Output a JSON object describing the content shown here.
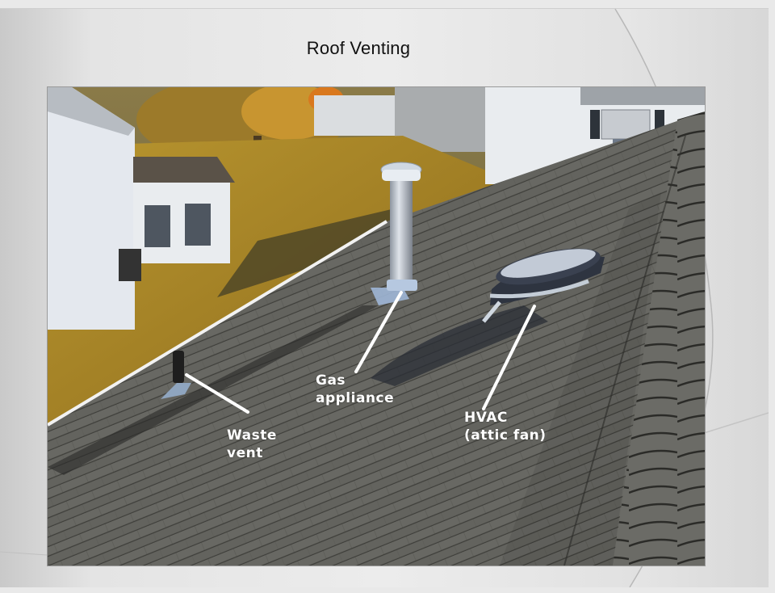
{
  "slide": {
    "title": "Roof Venting",
    "background_color": "#e6e6e6",
    "photo": {
      "description": "Asphalt shingle roof with three vents, backyard with autumn tree, white sheds and houses in background",
      "annotations": [
        {
          "id": "waste-vent",
          "line1": "Waste",
          "line2": "vent"
        },
        {
          "id": "gas-appliance",
          "line1": "Gas",
          "line2": "appliance"
        },
        {
          "id": "hvac",
          "line1": "HVAC",
          "line2": "(attic fan)"
        }
      ],
      "label_color": "#ffffff"
    }
  }
}
